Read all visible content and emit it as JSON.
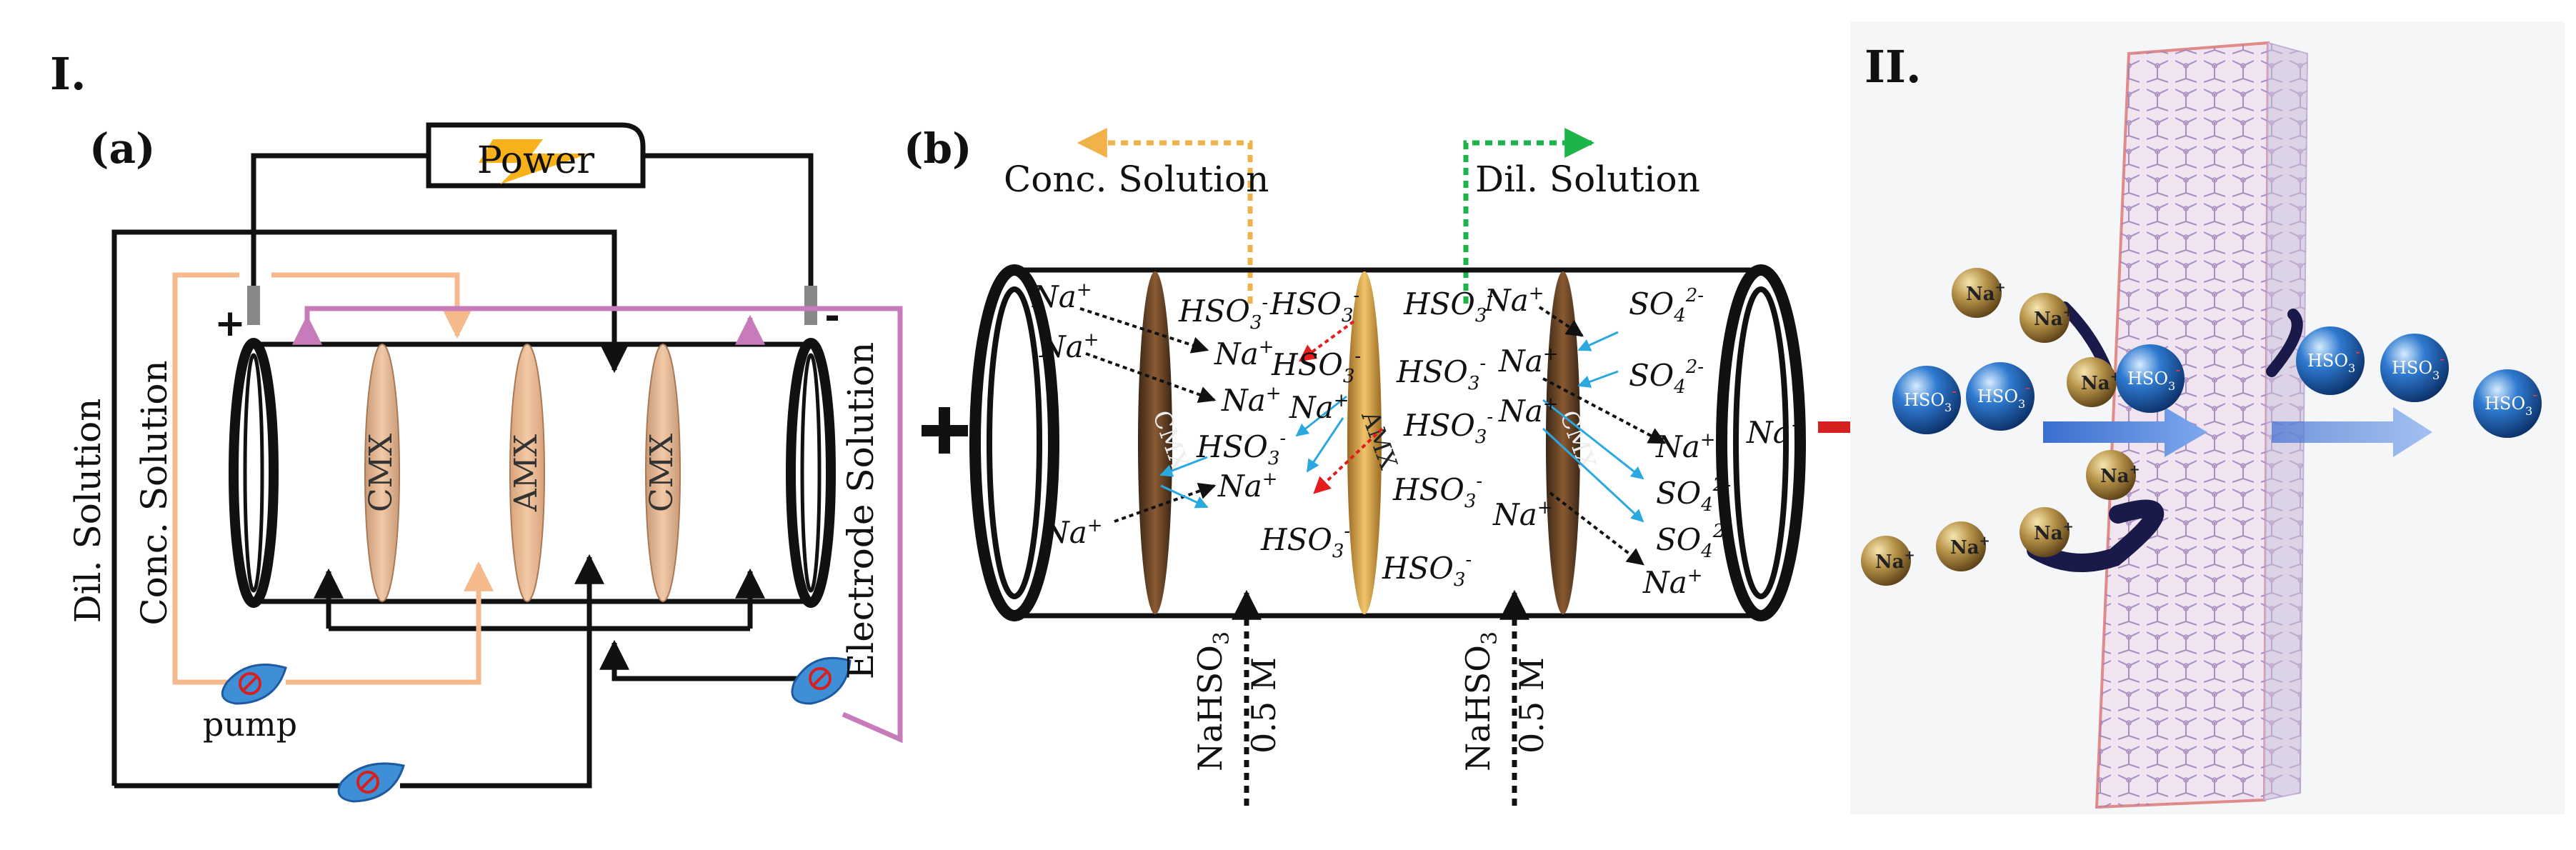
{
  "panel_I": {
    "label": "I.",
    "subpanel_a": {
      "label": "(a)",
      "power_label": "Power",
      "plus": "+",
      "minus": "-",
      "membranes": [
        "CMX",
        "AMX",
        "CMX"
      ],
      "stream_labels": {
        "dil": "Dil. Solution",
        "conc": "Conc. Solution",
        "electrode": "Electrode Solution"
      },
      "pump_label": "pump",
      "colors": {
        "conc": "#f6b98c",
        "electrode": "#c77bbb",
        "circuit": "#111111",
        "pump": "#3f8fd6"
      }
    },
    "subpanel_b": {
      "label": "(b)",
      "conc_out": "Conc. Solution",
      "dil_out": "Dil. Solution",
      "plus": "+",
      "membranes": [
        "CMX",
        "AMX",
        "CMX"
      ],
      "ions": {
        "na": "Na",
        "na_charge": "+",
        "hso3": "HSO",
        "hso3_sub": "3",
        "hso3_charge": "-",
        "so4": "SO",
        "so4_sub": "4",
        "so4_charge": "2-"
      },
      "feed": {
        "formula": "NaHSO",
        "formula_sub": "3",
        "conc": "0.5 M"
      },
      "colors": {
        "conc_arrow": "#f2b24a",
        "dil_arrow": "#1bb34a",
        "red_arrow": "#e51c1c",
        "blue_arrow": "#2aa8e0"
      }
    }
  },
  "panel_II": {
    "label": "II.",
    "na": "Na",
    "na_charge": "+",
    "hso3": "HSO",
    "hso3_sub": "3",
    "hso3_charge": "-",
    "colors": {
      "background": "#f4f6f8",
      "membrane": "#c9a9d3",
      "arrow": "#4a7fd6",
      "na_ball": "#9a7a3a",
      "hso3_ball": "#1e5aa0"
    }
  }
}
